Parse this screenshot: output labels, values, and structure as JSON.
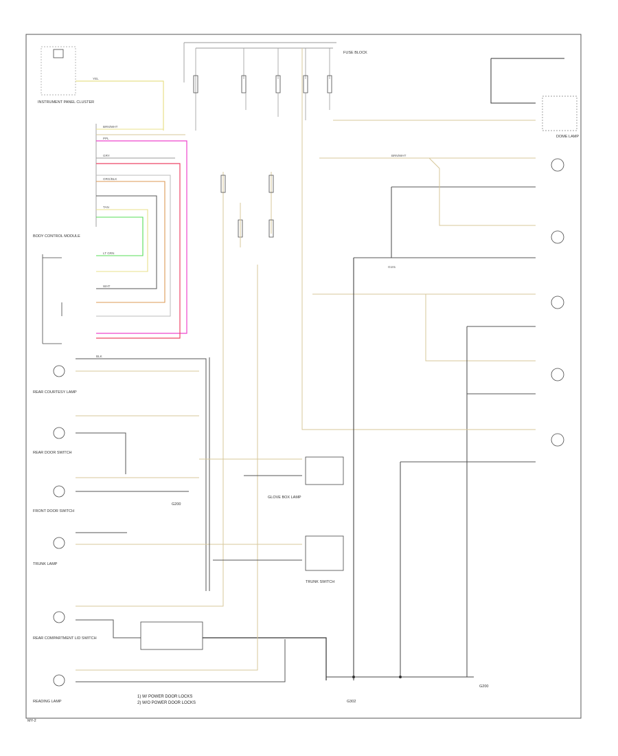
{
  "colors": {
    "border": "#555555",
    "wire_yellow": "#e8e08a",
    "wire_tan": "#d7c79a",
    "wire_black": "#333333",
    "wire_gray": "#9a9a9a",
    "wire_magenta": "#ee44cc",
    "wire_red": "#ee4466",
    "wire_green": "#55dd55",
    "wire_orange": "#dd9955",
    "wire_light_gray": "#bbbbbb"
  },
  "footer": {
    "page_ref": "MY-2"
  },
  "components": {
    "instrument_panel_cluster": "INSTRUMENT PANEL CLUSTER",
    "body_control_module": "BODY CONTROL MODULE",
    "rear_courtesy_lamp": "REAR COURTESY LAMP",
    "rear_door_switch": "REAR DOOR SWITCH",
    "front_door_switch": "FRONT DOOR SWITCH",
    "rear_compartment_lid_switch": "REAR COMPARTMENT LID SWITCH",
    "dome_lamp": "DOME LAMP",
    "glove_box_lamp": "GLOVE BOX LAMP",
    "trunk_lamp": "TRUNK LAMP",
    "trunk_switch": "TRUNK SWITCH",
    "fuse_block": "FUSE BLOCK",
    "reading_lamp": "READING LAMP",
    "ground_g101": "G101",
    "ground_g200": "G200",
    "ground_g302": "G302"
  },
  "wire_labels": {
    "yel": "YEL",
    "brn_wht": "BRN/WHT",
    "gry": "GRY",
    "blk": "BLK",
    "wht": "WHT",
    "lt_grn": "LT GRN",
    "org_blk": "ORG/BLK",
    "tan": "TAN",
    "ppl": "PPL"
  },
  "notes": {
    "note_1": "1) W/ POWER DOOR LOCKS",
    "note_2": "2) W/O POWER DOOR LOCKS"
  }
}
